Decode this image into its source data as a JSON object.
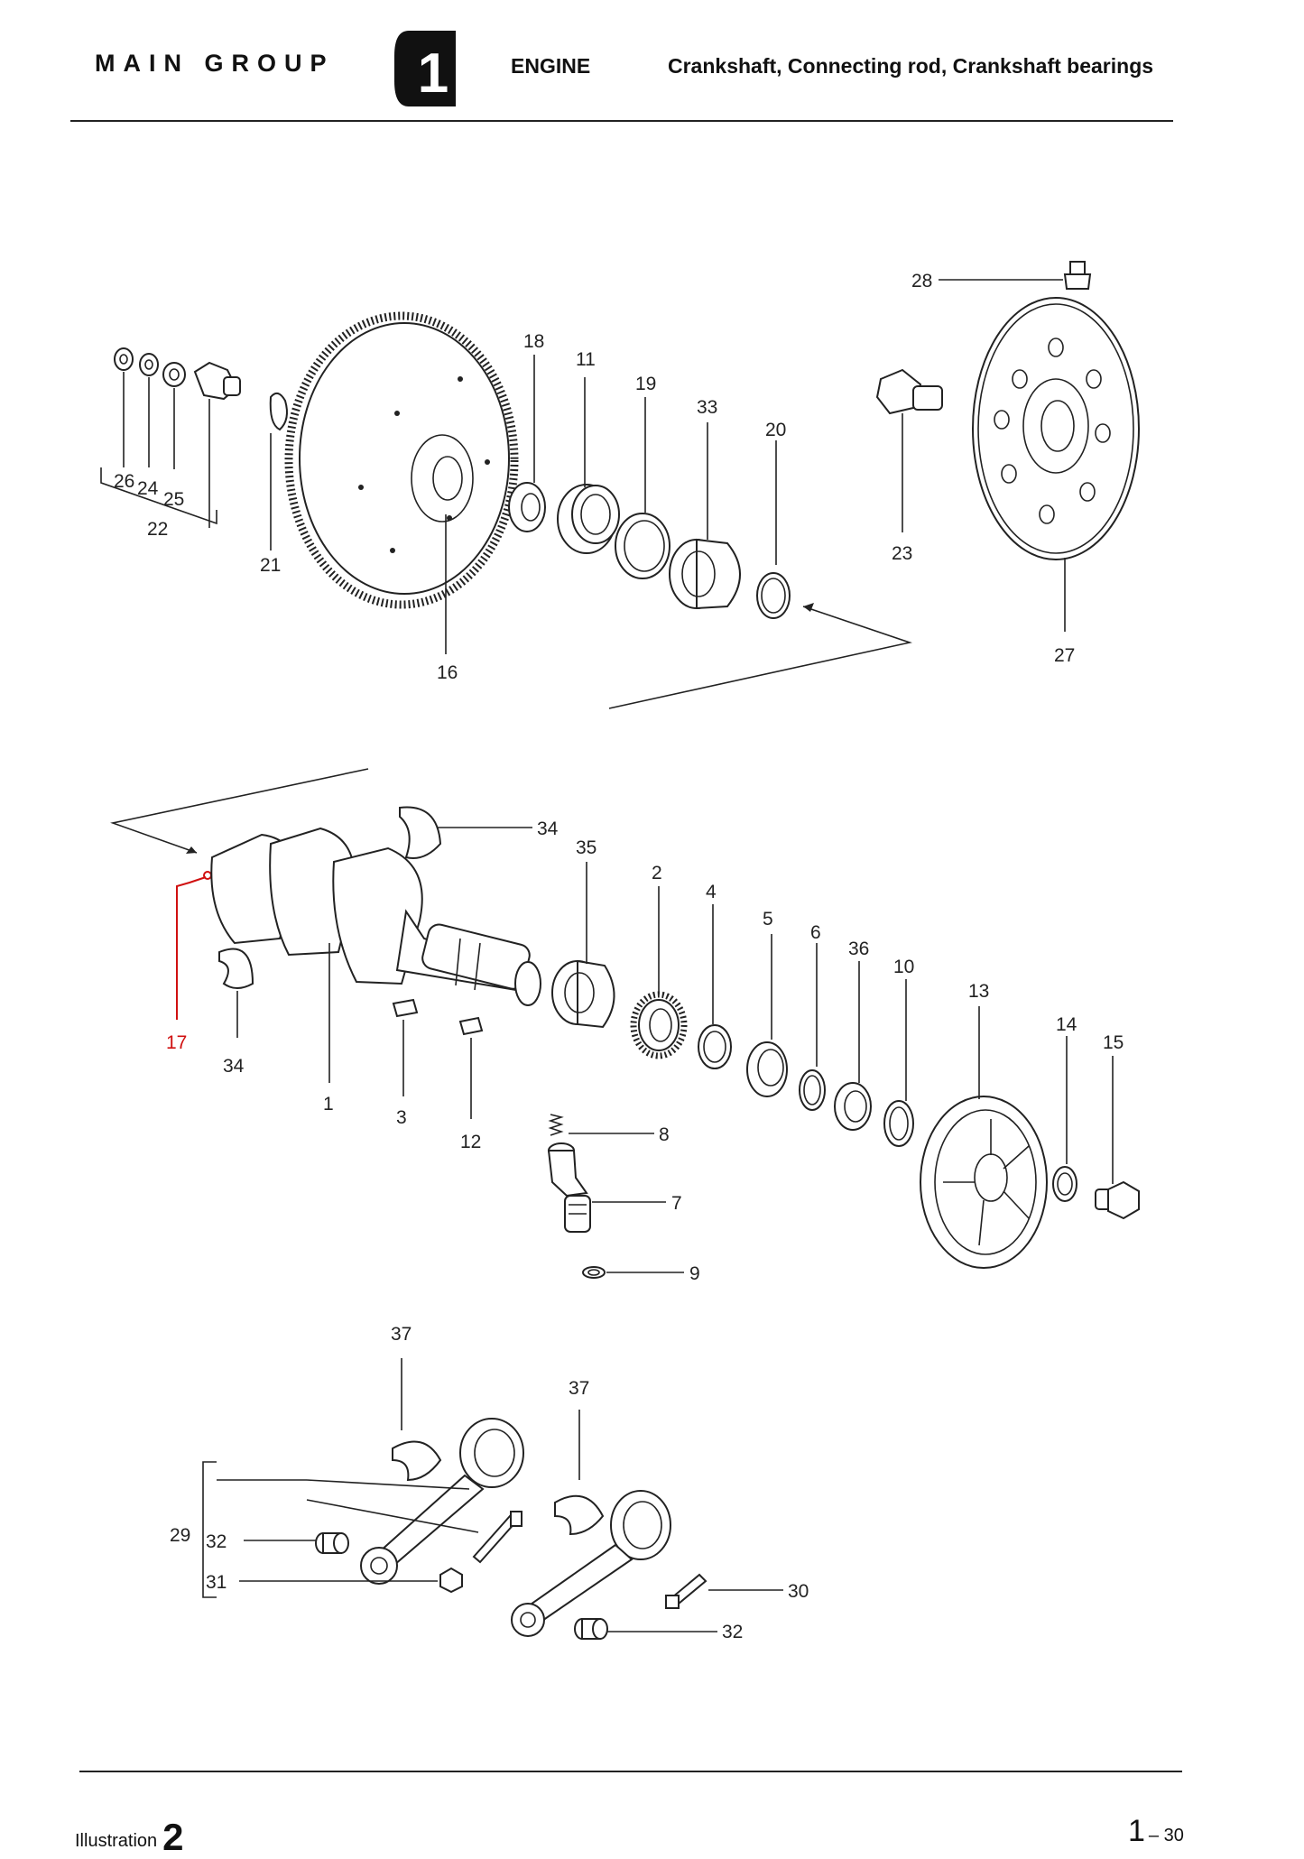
{
  "header": {
    "main_group": "MAIN GROUP",
    "group_number": "1",
    "section": "ENGINE",
    "title": "Crankshaft, Connecting rod, Crankshaft bearings"
  },
  "footer": {
    "illustration_label": "Illustration",
    "illustration_number": "2",
    "page_prefix": "1",
    "page_suffix": "– 30"
  },
  "callouts": {
    "c1": "1",
    "c2": "2",
    "c3": "3",
    "c4": "4",
    "c5": "5",
    "c6": "6",
    "c7": "7",
    "c8": "8",
    "c9": "9",
    "c10": "10",
    "c11": "11",
    "c12": "12",
    "c13": "13",
    "c14": "14",
    "c15": "15",
    "c16": "16",
    "c17": "17",
    "c18": "18",
    "c19": "19",
    "c20": "20",
    "c21": "21",
    "c22": "22",
    "c23": "23",
    "c24": "24",
    "c25": "25",
    "c26": "26",
    "c27": "27",
    "c28": "28",
    "c29": "29",
    "c30": "30",
    "c31": "31",
    "c32": "32",
    "c33": "33",
    "c34": "34",
    "c35": "35",
    "c36": "36",
    "c37": "37"
  },
  "colors": {
    "ink": "#222222",
    "highlight": "#d01010"
  }
}
